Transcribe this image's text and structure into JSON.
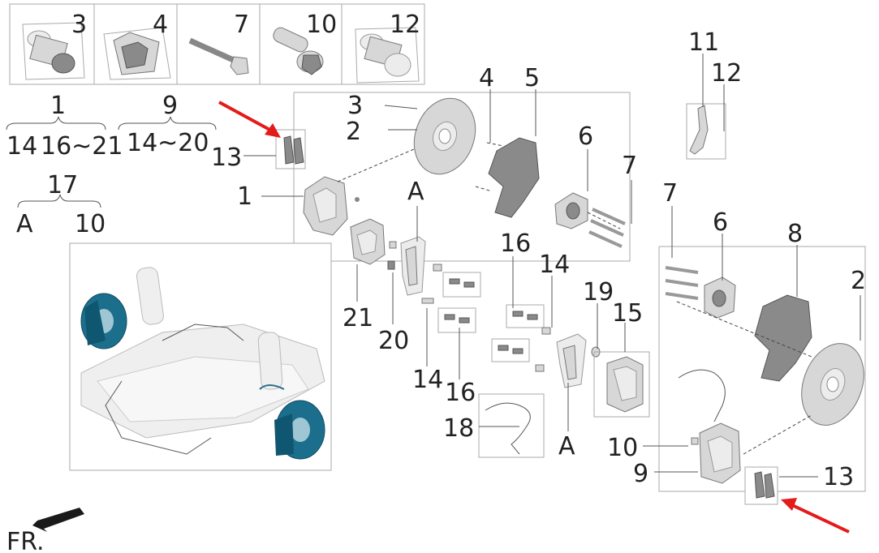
{
  "thumbnails": [
    {
      "label": "3"
    },
    {
      "label": "4"
    },
    {
      "label": "7"
    },
    {
      "label": "10"
    },
    {
      "label": "12"
    }
  ],
  "groups": {
    "g1": {
      "label": "1",
      "members": [
        "14",
        "16~21"
      ]
    },
    "g9": {
      "label": "9",
      "members": [
        "14~20"
      ]
    },
    "g17": {
      "label": "17",
      "members": [
        "A",
        "10"
      ]
    }
  },
  "callouts": {
    "c3": "3",
    "c2_top": "2",
    "c4_top": "4",
    "c5": "5",
    "c6_top": "6",
    "c7_top": "7",
    "c11": "11",
    "c12": "12",
    "c13_left": "13",
    "c1": "1",
    "cA_top": "A",
    "c7_right": "7",
    "c6_right": "6",
    "c8": "8",
    "c2_right": "2",
    "c16_top": "16",
    "c14_top": "14",
    "c19": "19",
    "c15": "15",
    "c21": "21",
    "c20": "20",
    "c14_bot": "14",
    "c16_bot": "16",
    "c18": "18",
    "cA_bot": "A",
    "c10": "10",
    "c9": "9",
    "c13_right": "13"
  },
  "direction": {
    "label": "FR."
  },
  "colors": {
    "highlight": "#1c6f8c",
    "arrow": "#e31b1b"
  }
}
